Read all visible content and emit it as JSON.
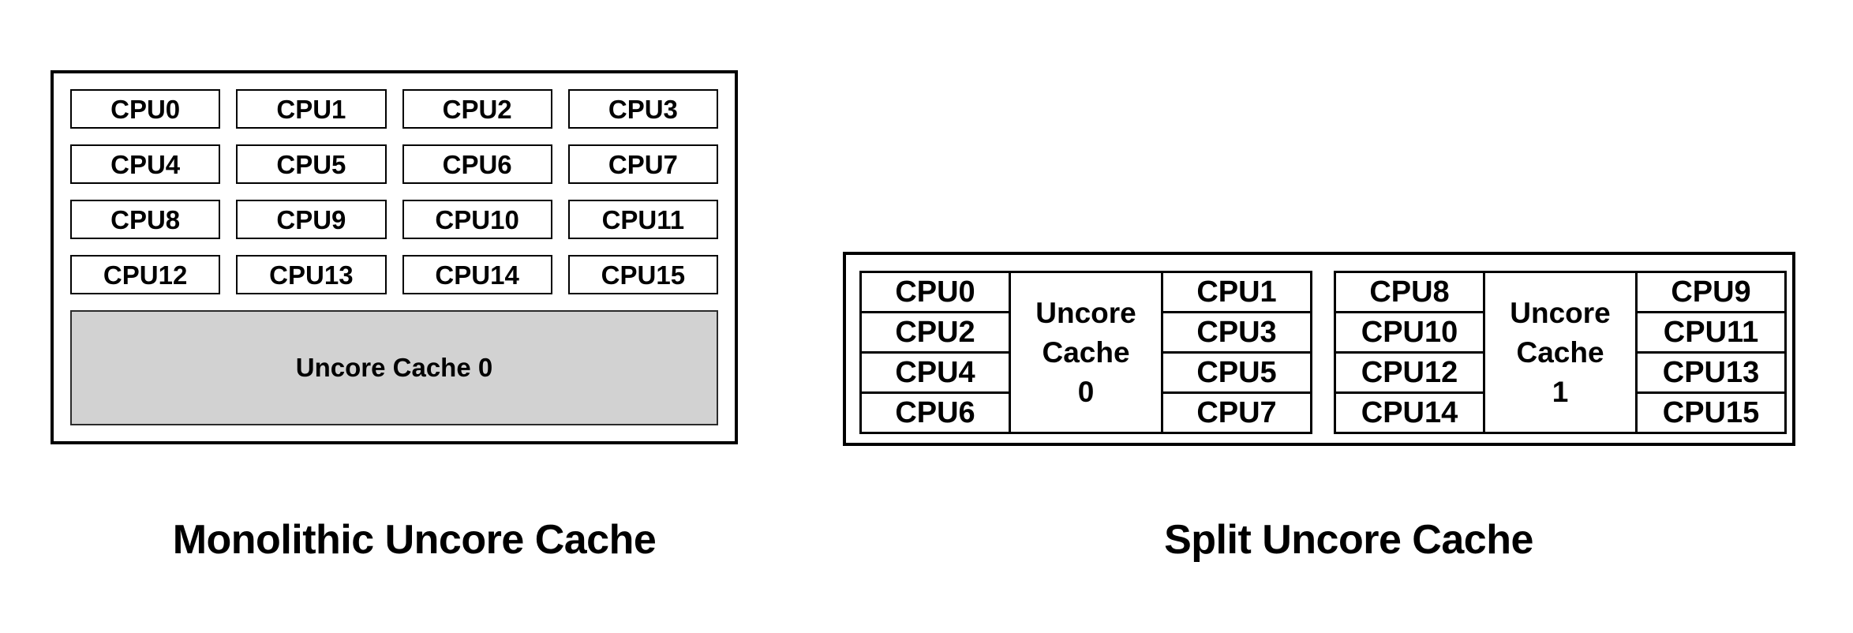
{
  "figure": {
    "background": "#ffffff",
    "border_color": "#000000",
    "cache_fill": "#d2d2d2",
    "monolithic": {
      "caption": "Monolithic Uncore Cache",
      "cpus": [
        "CPU0",
        "CPU1",
        "CPU2",
        "CPU3",
        "CPU4",
        "CPU5",
        "CPU6",
        "CPU7",
        "CPU8",
        "CPU9",
        "CPU10",
        "CPU11",
        "CPU12",
        "CPU13",
        "CPU14",
        "CPU15"
      ],
      "cache_label": "Uncore Cache 0"
    },
    "split": {
      "caption": "Split Uncore Cache",
      "clusters": [
        {
          "left_cpus": [
            "CPU0",
            "CPU2",
            "CPU4",
            "CPU6"
          ],
          "cache_lines": [
            "Uncore",
            "Cache",
            "0"
          ],
          "right_cpus": [
            "CPU1",
            "CPU3",
            "CPU5",
            "CPU7"
          ]
        },
        {
          "left_cpus": [
            "CPU8",
            "CPU10",
            "CPU12",
            "CPU14"
          ],
          "cache_lines": [
            "Uncore",
            "Cache",
            "1"
          ],
          "right_cpus": [
            "CPU9",
            "CPU11",
            "CPU13",
            "CPU15"
          ]
        }
      ]
    }
  }
}
